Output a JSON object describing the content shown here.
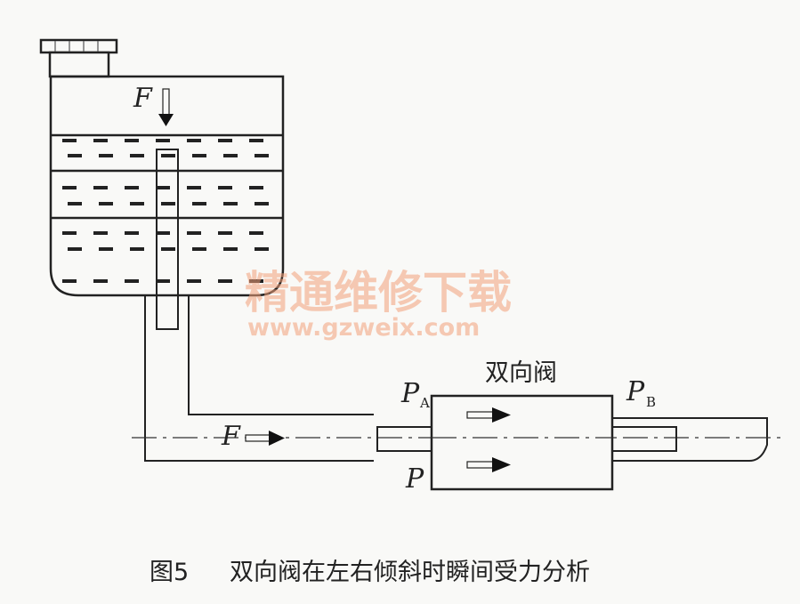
{
  "labels": {
    "force_tank": "F",
    "force_pipe": "F",
    "pressure_a_main": "P",
    "pressure_a_sub": "A",
    "pressure_b_main": "P",
    "pressure_b_sub": "B",
    "pressure_lower": "P",
    "valve_name": "双向阀"
  },
  "watermark": {
    "line1": "精通维修下载",
    "line2": "www.gzweix.com"
  },
  "caption": {
    "figure_no": "图5",
    "text": "双向阀在左右倾斜时瞬间受力分析"
  }
}
